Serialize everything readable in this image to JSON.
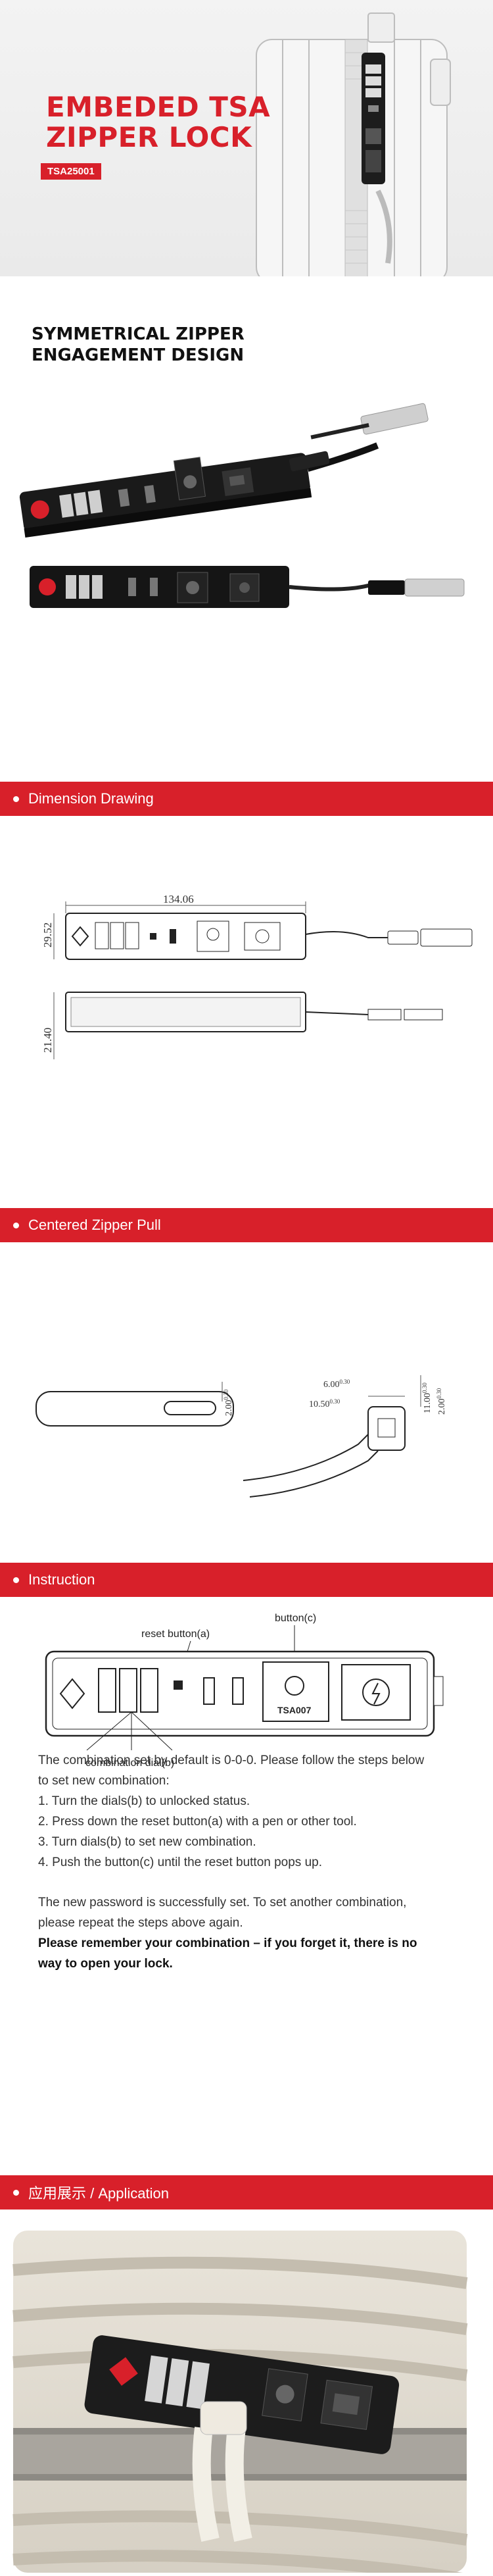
{
  "hero": {
    "title_line1": "EMBEDED TSA",
    "title_line2": "ZIPPER LOCK",
    "badge": "TSA25001"
  },
  "symmetric": {
    "title_line1": "SYMMETRICAL ZIPPER",
    "title_line2": "ENGAGEMENT DESIGN"
  },
  "sections": {
    "dimension": "Dimension Drawing",
    "zipper_pull": "Centered Zipper Pull",
    "instruction": "Instruction",
    "application": "应用展示 / Application"
  },
  "dimension": {
    "width": "134.06",
    "height": "29.52",
    "depth": "21.40"
  },
  "zipper_pull": {
    "d1": "2.00",
    "d1_tol": "0.30",
    "d2": "6.00",
    "d2_tol": "0.30",
    "d3": "10.50",
    "d3_tol": "0.30",
    "d4": "11.00",
    "d4_tol": "0.30",
    "d5": "2.00",
    "d5_tol": "0.30",
    "tol_lo": "0"
  },
  "instruction": {
    "reset_label": "reset button(a)",
    "button_label": "button(c)",
    "dial_label": "combination dial(b)",
    "tsa_code": "TSA007",
    "lines": [
      "The combination set by default is 0-0-0. Please follow the steps below",
      "to set new combination:",
      "1. Turn the dials(b) to unlocked status.",
      "2. Press down the reset button(a) with a pen or other tool.",
      "3. Turn dials(b) to set new combination.",
      "4. Push the button(c) until the reset button pops up."
    ],
    "lines2": [
      "The new password is successfully set. To set another combination,",
      "please repeat the steps above again."
    ],
    "bold_lines": [
      "Please remember your combination – if you forget it, there is no",
      "way to open your lock."
    ]
  },
  "colors": {
    "accent": "#d8202a"
  }
}
